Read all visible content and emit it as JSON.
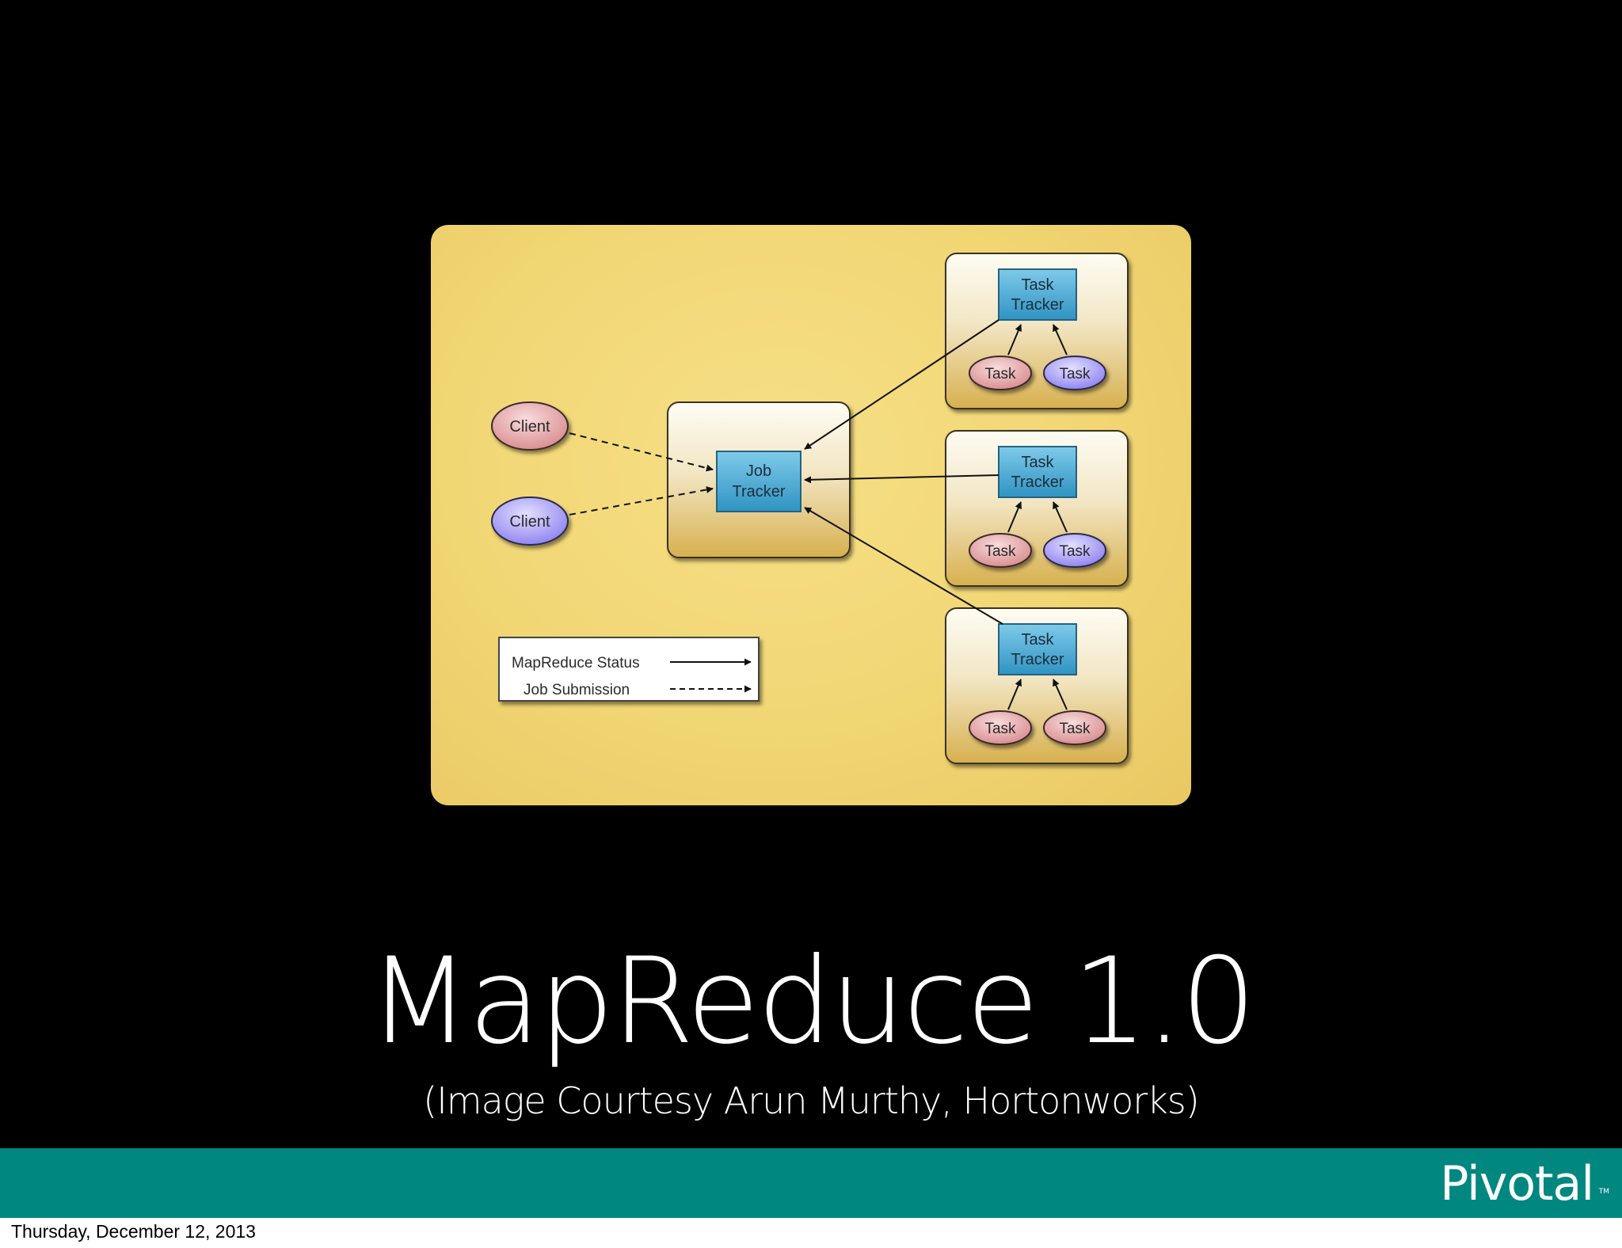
{
  "slide": {
    "title": "MapReduce 1.0",
    "subtitle": "(Image Courtesy Arun Murthy, Hortonworks)",
    "logo_text": "Pivotal",
    "logo_tm": "TM"
  },
  "diagram": {
    "clients": [
      "Client",
      "Client"
    ],
    "job_tracker": {
      "line1": "Job",
      "line2": "Tracker"
    },
    "task_tracker": {
      "line1": "Task",
      "line2": "Tracker"
    },
    "task_label": "Task",
    "legend": {
      "status_label": "MapReduce Status",
      "submission_label": "Job Submission"
    }
  },
  "footer": {
    "date": "Thursday, December 12, 2013"
  },
  "colors": {
    "slide_background": "#000000",
    "teal_bar": "#00877f",
    "diagram_background": "#f1d674",
    "tracker_box": "#3aa3cf",
    "client_pink": "#e3a6a8",
    "client_purple": "#a79ef2"
  }
}
